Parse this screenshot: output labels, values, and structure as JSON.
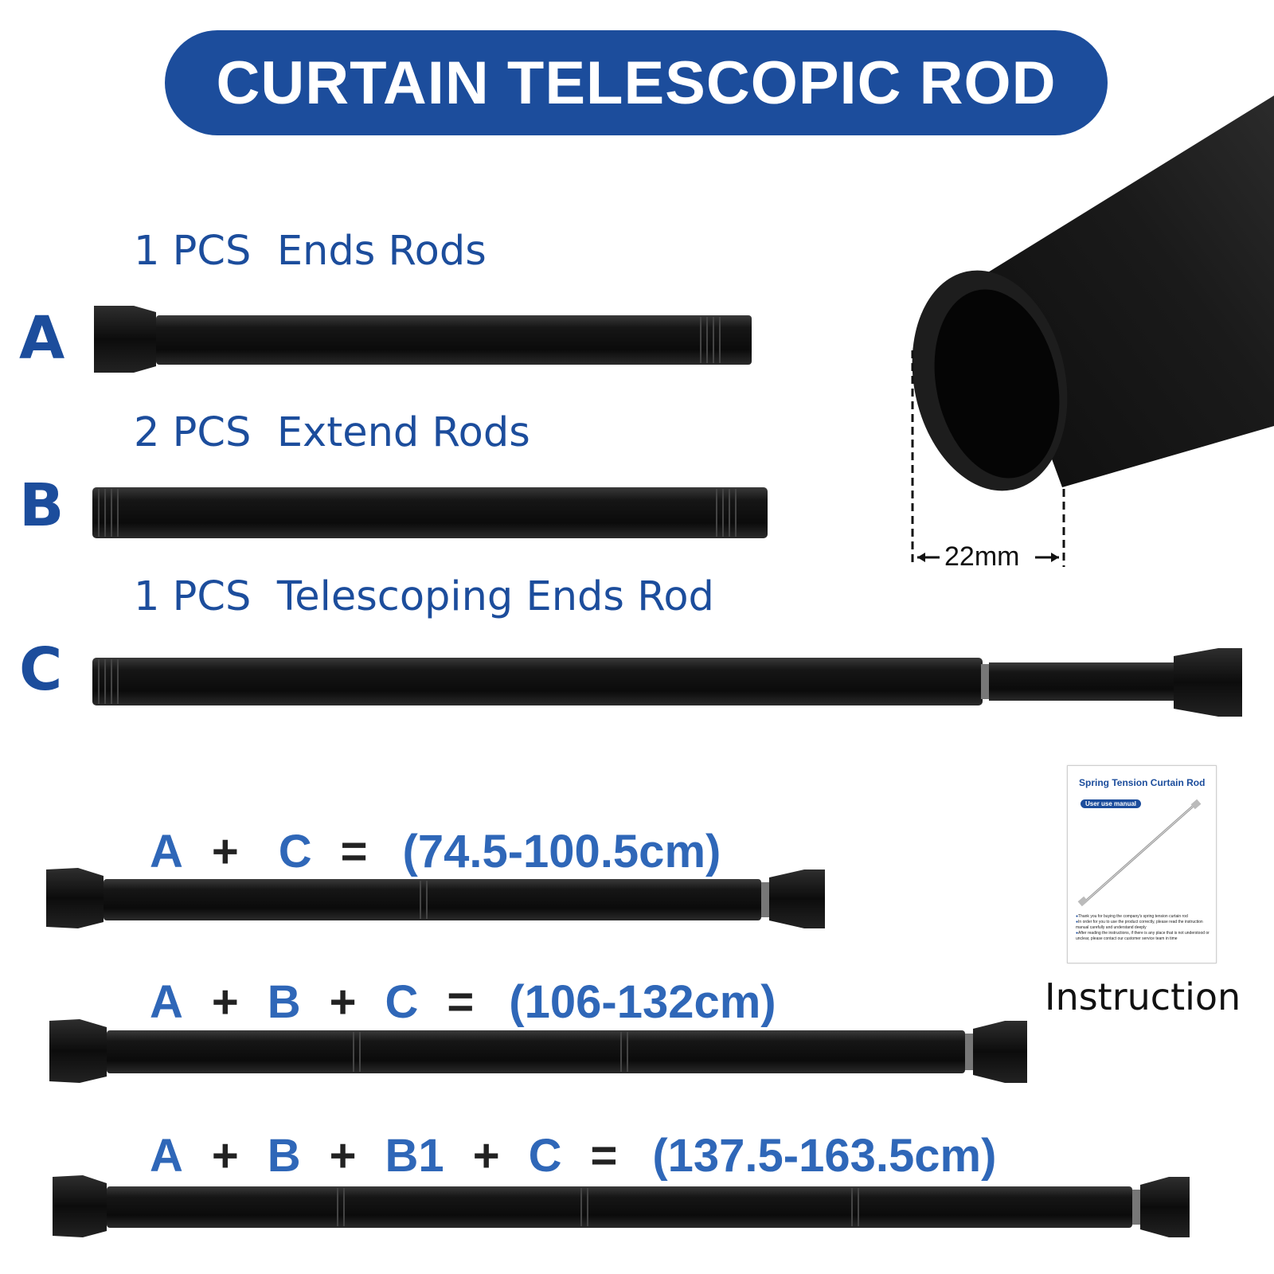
{
  "title": "CURTAIN TELESCOPIC ROD",
  "parts": [
    {
      "letter": "A",
      "label": "1 PCS  Ends Rods"
    },
    {
      "letter": "B",
      "label": "2 PCS  Extend Rods"
    },
    {
      "letter": "C",
      "label": "1 PCS  Telescoping Ends Rod"
    }
  ],
  "diameter": "22mm",
  "combinations": [
    {
      "tokens": [
        "A",
        "+",
        "C",
        "="
      ],
      "range": "(74.5-100.5cm)"
    },
    {
      "tokens": [
        "A",
        "+",
        "B",
        "+",
        "C",
        "="
      ],
      "range": "(106-132cm)"
    },
    {
      "tokens": [
        "A",
        "+",
        "B",
        "+",
        "B1",
        "+",
        "C",
        "="
      ],
      "range": "(137.5-163.5cm)"
    }
  ],
  "manual": {
    "title": "Spring Tension Curtain Rod",
    "badge": "User use manual",
    "notes": [
      "Thank you for buying the company's spring tension curtain rod",
      "In order for you to use the product correctly, please read the instruction manual carefully and understand deeply",
      "After reading the instructions, if there is any place that is not understood or unclear, please contact our customer service team in time"
    ]
  },
  "instruction_caption": "Instruction",
  "colors": {
    "brand_blue": "#1c4d9c",
    "formula_blue": "#2f67b8",
    "rod_black": "#111111"
  }
}
